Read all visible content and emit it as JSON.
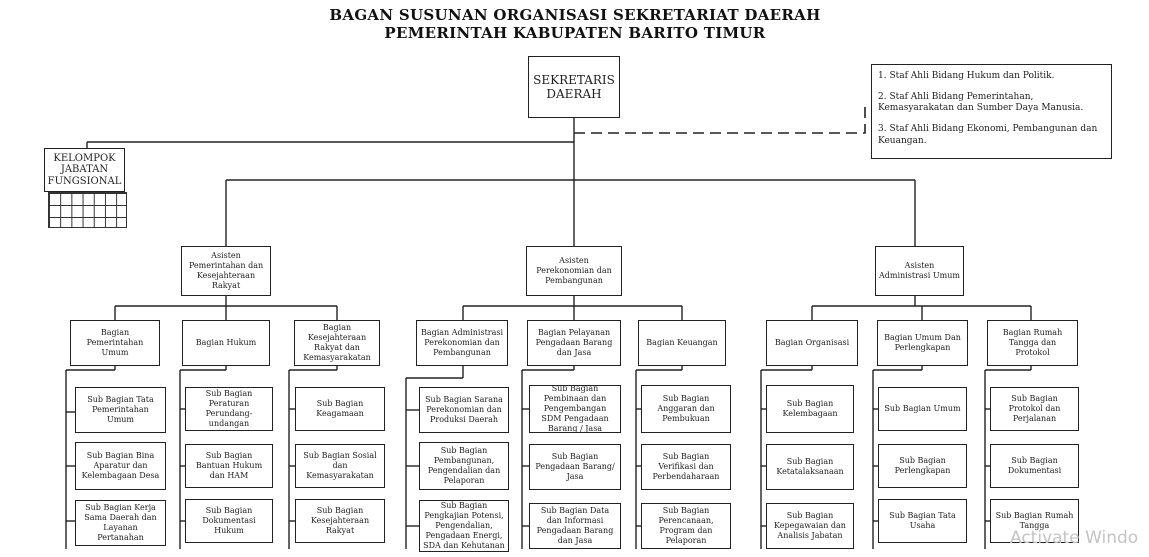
{
  "title": {
    "line1": "BAGAN SUSUNAN ORGANISASI SEKRETARIAT DAERAH",
    "line2": "PEMERINTAH KABUPATEN BARITO TIMUR"
  },
  "top": {
    "sekretaris": "SEKRETARIS DAERAH",
    "kelompok": "KELOMPOK JABATAN FUNGSIONAL"
  },
  "staff_ahli": [
    "1. Staf Ahli Bidang Hukum dan Politik.",
    "2. Staf Ahli Bidang Pemerintahan, Kemasyarakatan dan Sumber Daya Manusia.",
    "3. Staf Ahli Bidang Ekonomi, Pembangunan dan Keuangan."
  ],
  "asisten": [
    "Asisten Pemerintahan dan Kesejahteraan Rakyat",
    "Asisten Perekonomian dan Pembangunan",
    "Asisten Administrasi Umum"
  ],
  "bagian": [
    {
      "name": "Bagian Pemerintahan Umum",
      "sub": [
        "Sub Bagian Tata Pemerintahan Umum",
        "Sub Bagian Bina Aparatur dan Kelembagaan Desa",
        "Sub Bagian Kerja Sama Daerah dan Layanan Pertanahan"
      ]
    },
    {
      "name": "Bagian Hukum",
      "sub": [
        "Sub Bagian Peraturan Perundang-undangan",
        "Sub Bagian Bantuan Hukum dan HAM",
        "Sub Bagian Dokumentasi Hukum"
      ]
    },
    {
      "name": "Bagian Kesejahteraan Rakyat dan Kemasyarakatan",
      "sub": [
        "Sub Bagian Keagamaan",
        "Sub Bagian Sosial dan Kemasyarakatan",
        "Sub Bagian Kesejahteraan Rakyat"
      ]
    },
    {
      "name": "Bagian Administrasi Perekonomian dan Pembangunan",
      "sub": [
        "Sub Bagian Sarana Perekonomian dan Produksi Daerah",
        "Sub Bagian Pembangunan, Pengendalian dan Pelaporan",
        "Sub Bagian Pengkajian Potensi, Pengendalian, Pengadaan Energi, SDA dan Kehutanan"
      ]
    },
    {
      "name": "Bagian Pelayanan Pengadaan Barang dan Jasa",
      "sub": [
        "Sub Bagian Pembinaan dan Pengembangan SDM Pengadaan Barang / Jasa",
        "Sub Bagian Pengadaan Barang/ Jasa",
        "Sub Bagian Data dan Informasi Pengadaan Barang dan Jasa"
      ]
    },
    {
      "name": "Bagian Keuangan",
      "sub": [
        "Sub Bagian Anggaran dan Pembukuan",
        "Sub Bagian Verifikasi dan Perbendaharaan",
        "Sub Bagian Perencanaan, Program dan Pelaporan"
      ]
    },
    {
      "name": "Bagian Organisasi",
      "sub": [
        "Sub Bagian Kelembagaan",
        "Sub Bagian Ketatalaksanaan",
        "Sub Bagian Kepegawaian dan Analisis Jabatan"
      ]
    },
    {
      "name": "Bagian Umum Dan Perlengkapan",
      "sub": [
        "Sub Bagian Umum",
        "Sub Bagian Perlengkapan",
        "Sub Bagian Tata Usaha"
      ]
    },
    {
      "name": "Bagian Rumah Tangga dan Protokol",
      "sub": [
        "Sub Bagian Protokol dan Perjalanan",
        "Sub Bagian Dokumentasi",
        "Sub Bagian Rumah Tangga"
      ]
    }
  ],
  "watermark": "Activate Windo"
}
